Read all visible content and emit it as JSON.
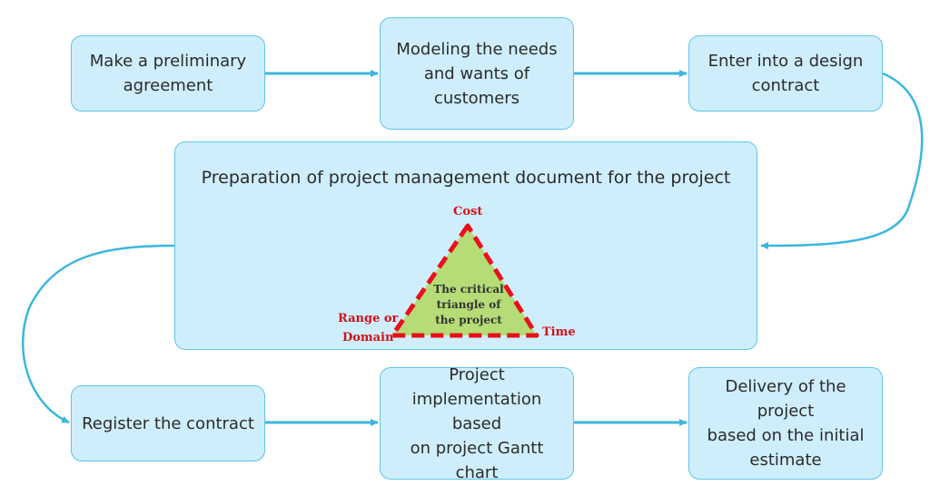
{
  "steps": {
    "preliminary": "Make a preliminary\nagreement",
    "modeling": "Modeling the needs\nand wants of\ncustomers",
    "design_contract": "Enter into a design\ncontract",
    "register": "Register the contract",
    "implementation": "Project\nimplementation based\non project Gantt chart",
    "delivery": "Delivery of the project\nbased on the initial\nestimate"
  },
  "central": {
    "title": "Preparation of project management document for the project"
  },
  "triangle": {
    "top": "Cost",
    "bottom_left": "Range or\nDomain",
    "bottom_right": "Time",
    "center": "The critical\ntriangle of\nthe project"
  },
  "colors": {
    "box_fill": "#cfeefb",
    "box_border": "#5fc4e8",
    "arrow": "#3bb6dd",
    "triangle_fill": "#b5dc77",
    "triangle_border": "#e8101b",
    "triangle_label": "#d0121b"
  }
}
